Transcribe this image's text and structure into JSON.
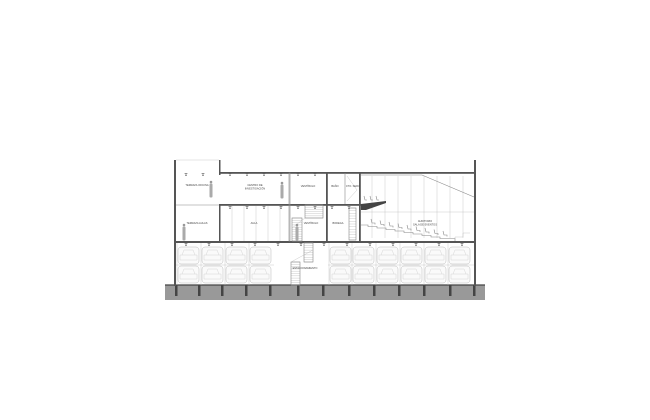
{
  "drawing": {
    "colors": {
      "wall": "#555555",
      "ground": "#999999",
      "ground_dark": "#444444",
      "line": "#bbbbbb"
    },
    "rooms": {
      "terrace_office": "TERRAZA OFICINA",
      "research_center_1": "CENTRO DE",
      "research_center_2": "INVESTIGACIÓN",
      "vestibule_upper": "VESTÍBULO",
      "bathroom": "BAÑO",
      "service": "CTO. SERV.",
      "terrace_classrooms": "TERRAZA AULAS",
      "classroom": "AULA",
      "vestibule_lower": "VESTÍBULO",
      "storage": "BODEGA",
      "auditorium_1": "AUDITORIO",
      "auditorium_2": "SALA DE EVENTOS",
      "parking": "ESTACIONAMIENTO"
    },
    "icons": [
      "human-figure-icon",
      "car-icon",
      "auditorium-seat-icon",
      "light-fixture-icon"
    ]
  }
}
